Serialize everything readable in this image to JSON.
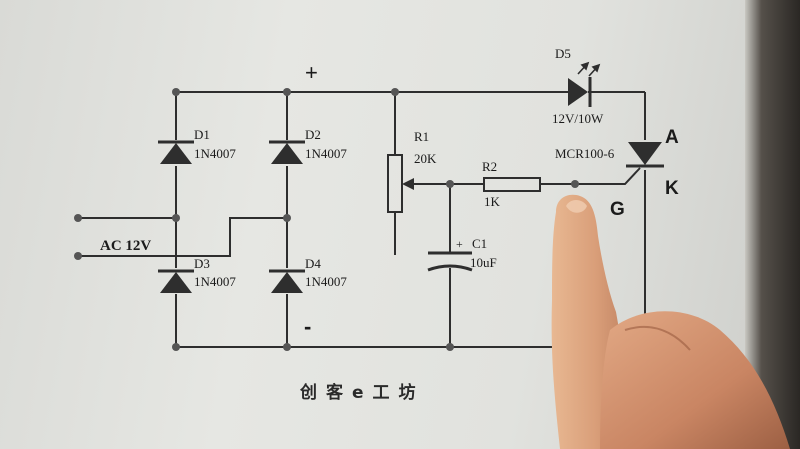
{
  "labels": {
    "plus": "+",
    "minus": "-",
    "ac": "AC 12V",
    "d1": "D1",
    "d1_part": "1N4007",
    "d2": "D2",
    "d2_part": "1N4007",
    "d3": "D3",
    "d3_part": "1N4007",
    "d4": "D4",
    "d4_part": "1N4007",
    "r1": "R1",
    "r1_val": "20K",
    "r2": "R2",
    "r2_val": "1K",
    "c1": "C1",
    "c1_plus": "+",
    "c1_val": "10uF",
    "d5": "D5",
    "d5_val": "12V/10W",
    "scr": "MCR100-6",
    "anode": "A",
    "kathode": "K",
    "gate": "G"
  },
  "footer": "创客e工坊",
  "colors": {
    "wire": "#2e2e2e",
    "paper": "#e2e3df",
    "skin": "#d9a27c"
  }
}
